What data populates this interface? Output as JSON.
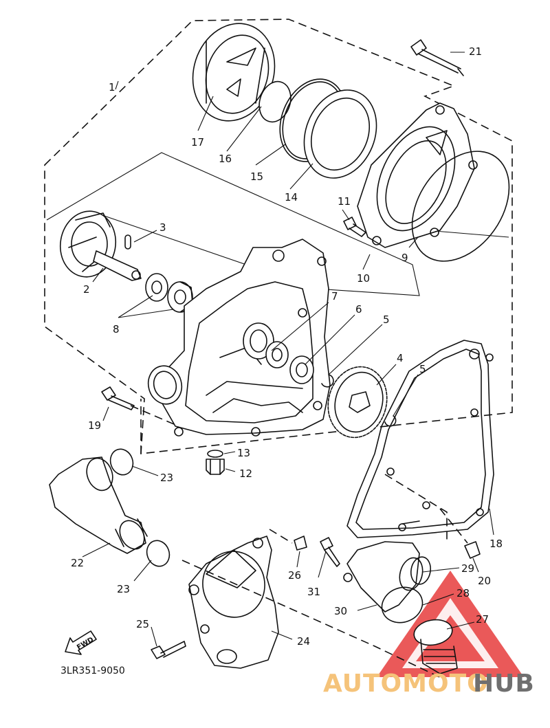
{
  "diagram": {
    "part_code": "3LR351-9050",
    "fwd_label": "FWD",
    "callouts": [
      {
        "id": "c1",
        "label": "1"
      },
      {
        "id": "c2",
        "label": "2"
      },
      {
        "id": "c3",
        "label": "3"
      },
      {
        "id": "c4",
        "label": "4"
      },
      {
        "id": "c5a",
        "label": "5"
      },
      {
        "id": "c5b",
        "label": "5"
      },
      {
        "id": "c6",
        "label": "6"
      },
      {
        "id": "c7",
        "label": "7"
      },
      {
        "id": "c8",
        "label": "8"
      },
      {
        "id": "c9",
        "label": "9"
      },
      {
        "id": "c10",
        "label": "10"
      },
      {
        "id": "c11",
        "label": "11"
      },
      {
        "id": "c12",
        "label": "12"
      },
      {
        "id": "c13",
        "label": "13"
      },
      {
        "id": "c14",
        "label": "14"
      },
      {
        "id": "c15",
        "label": "15"
      },
      {
        "id": "c16",
        "label": "16"
      },
      {
        "id": "c17",
        "label": "17"
      },
      {
        "id": "c18",
        "label": "18"
      },
      {
        "id": "c19",
        "label": "19"
      },
      {
        "id": "c20",
        "label": "20"
      },
      {
        "id": "c21",
        "label": "21"
      },
      {
        "id": "c22",
        "label": "22"
      },
      {
        "id": "c23a",
        "label": "23"
      },
      {
        "id": "c23b",
        "label": "23"
      },
      {
        "id": "c24",
        "label": "24"
      },
      {
        "id": "c25",
        "label": "25"
      },
      {
        "id": "c26",
        "label": "26"
      },
      {
        "id": "c27",
        "label": "27"
      },
      {
        "id": "c28",
        "label": "28"
      },
      {
        "id": "c29",
        "label": "29"
      },
      {
        "id": "c30",
        "label": "30"
      },
      {
        "id": "c31",
        "label": "31"
      }
    ]
  },
  "watermark": {
    "part1": "AUTOMOTO",
    "part2": "HUB",
    "color_part1": "#f5c37a",
    "color_part2": "#6f6f6f",
    "triangle_color": "#e63c3c"
  }
}
